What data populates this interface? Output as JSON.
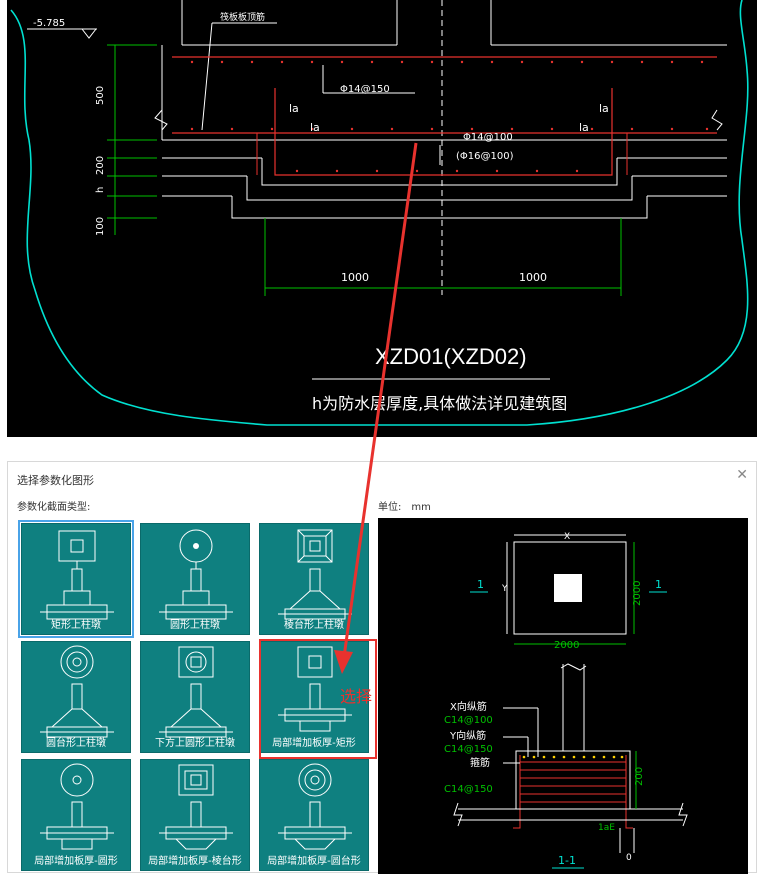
{
  "cad": {
    "elev_label": "-5.785",
    "top_note": "筏板板顶筋",
    "dim_v": [
      "500",
      "200",
      "h",
      "100"
    ],
    "rebar_1": "Φ14@150",
    "la_labels": [
      "la",
      "la",
      "la",
      "la"
    ],
    "rebar_2": "Φ14@100",
    "rebar_3": "(Φ16@100)",
    "dim_h": [
      "1000",
      "1000"
    ],
    "drawing_title": "XZD01(XZD02)",
    "drawing_note": "h为防水层厚度,具体做法详见建筑图"
  },
  "dialog": {
    "title": "选择参数化图形",
    "close_icon": "close-icon",
    "section_label": "参数化截面类型:",
    "unit_label": "单位:",
    "unit_value": "mm",
    "tiles": [
      {
        "label": "矩形上柱墩",
        "icon": "rect-column-pier-icon",
        "selected": true
      },
      {
        "label": "圆形上柱墩",
        "icon": "circle-column-pier-icon"
      },
      {
        "label": "棱台形上柱墩",
        "icon": "frustum-column-pier-icon"
      },
      {
        "label": "圆台形上柱墩",
        "icon": "round-frustum-pier-icon"
      },
      {
        "label": "下方上圆形上柱墩",
        "icon": "square-round-pier-icon"
      },
      {
        "label": "局部增加板厚-矩形",
        "icon": "local-thicken-rect-icon"
      },
      {
        "label": "局部增加板厚-圆形",
        "icon": "local-thicken-circle-icon"
      },
      {
        "label": "局部增加板厚-棱台形",
        "icon": "local-thicken-frustum-icon"
      },
      {
        "label": "局部增加板厚-圆台形",
        "icon": "local-thicken-roundfrustum-icon"
      }
    ],
    "annotation": "选择"
  },
  "preview": {
    "dim_x": "X",
    "dim_y": "Y",
    "dim_width": "2000",
    "dim_height": "2000",
    "section_mark": "1",
    "x_rebar_label": "X向纵筋",
    "x_rebar_value": "C14@100",
    "y_rebar_label": "Y向纵筋",
    "y_rebar_value": "C14@150",
    "stirrup_label": "箍筋",
    "stirrup_value": "C14@150",
    "dim_200": "200",
    "lae_label": "1aE",
    "zero_label": "0",
    "section_title": "1-1"
  },
  "colors": {
    "teal": "#0f8080",
    "green": "#00c000",
    "red": "#e8322e",
    "cyan": "#00e0d0"
  }
}
